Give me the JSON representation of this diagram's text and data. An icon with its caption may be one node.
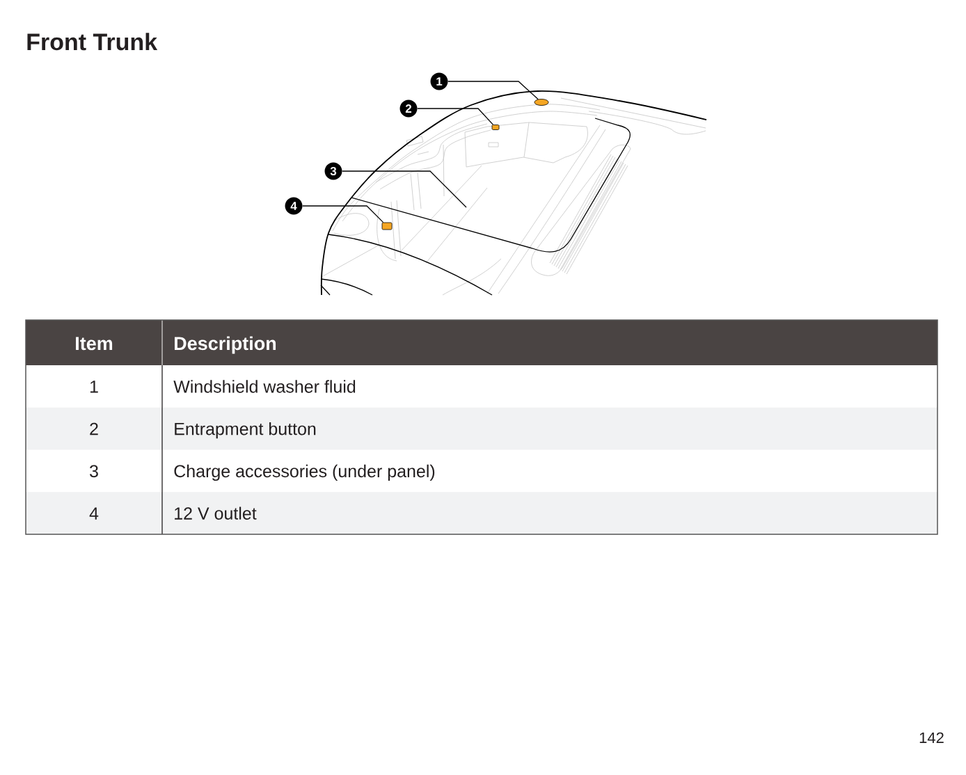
{
  "diagram": {
    "title": "Front Trunk",
    "nodes": [
      {
        "text": [
          "1"
        ]
      },
      {
        "text": [
          "2"
        ]
      },
      {
        "text": [
          "3"
        ]
      },
      {
        "text": [
          "4"
        ]
      },
      {
        "text": [],
        "shape": "circle"
      },
      {
        "text": [],
        "shape": "box"
      },
      {
        "text": [],
        "shape": "box"
      }
    ],
    "edges": [
      {
        "from": 0,
        "to": 4,
        "arrow": "none"
      },
      {
        "from": 1,
        "to": 5,
        "arrow": "none"
      },
      {
        "from": 2,
        "to": null,
        "arrow": "none"
      },
      {
        "from": 3,
        "to": 6,
        "arrow": "none"
      }
    ],
    "labels": [
      "Item",
      "Description",
      "1",
      "Windshield washer fluid",
      "2",
      "Entrapment button",
      "3",
      "Charge accessories (under panel)",
      "4",
      "12 V outlet",
      "142"
    ]
  }
}
